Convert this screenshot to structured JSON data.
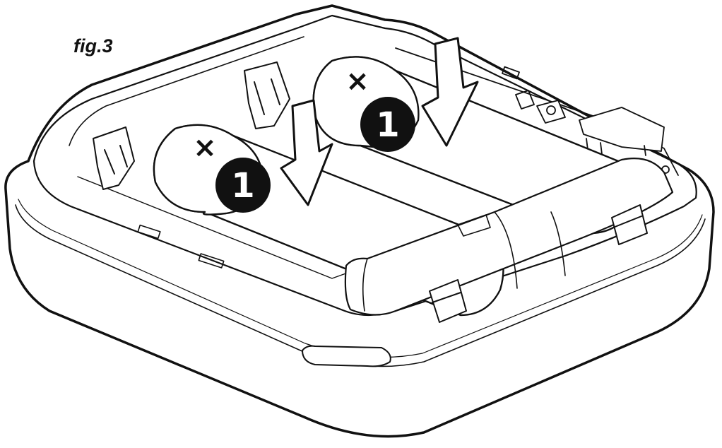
{
  "figure": {
    "label": "fig.3"
  },
  "badges": [
    {
      "number": "1"
    },
    {
      "number": "1"
    }
  ],
  "battery_marks": [
    {
      "symbol": "×"
    },
    {
      "symbol": "×"
    }
  ],
  "colors": {
    "line": "#111111",
    "fill": "#ffffff",
    "badge": "#111111",
    "badge_text": "#ffffff"
  }
}
